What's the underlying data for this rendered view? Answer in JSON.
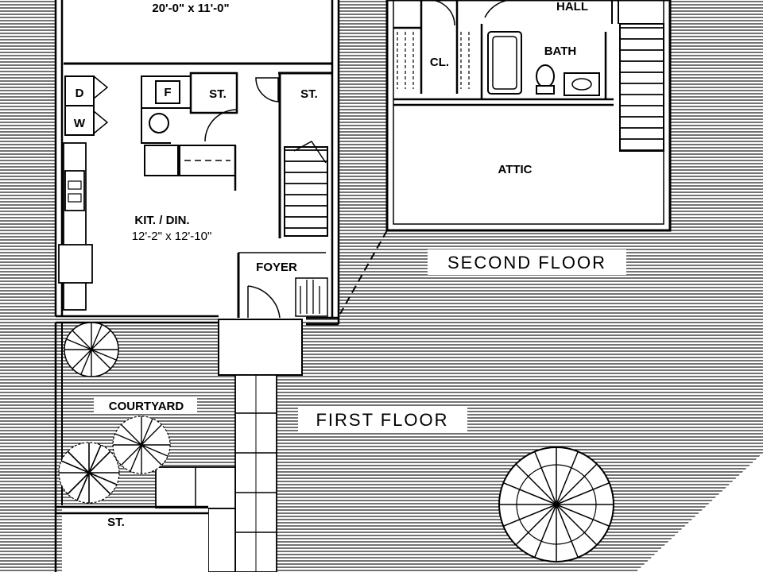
{
  "plan": {
    "first_floor": {
      "title": "FIRST FLOOR",
      "top_room_dims": "20'-0\" x 11'-0\"",
      "kitchen": {
        "name": "KIT. / DIN.",
        "dims": "12'-2\" x 12'-10\""
      },
      "laundry": {
        "dryer": "D",
        "washer": "W",
        "furnace": "F"
      },
      "storage_left": "ST.",
      "storage_right": "ST.",
      "foyer": "FOYER",
      "courtyard": "COURTYARD",
      "storage_bottom": "ST."
    },
    "second_floor": {
      "title": "SECOND FLOOR",
      "hall": "HALL",
      "closet": "CL.",
      "bath": "BATH",
      "attic": "ATTIC"
    }
  },
  "colors": {
    "ink": "#000000",
    "paper": "#ffffff"
  }
}
